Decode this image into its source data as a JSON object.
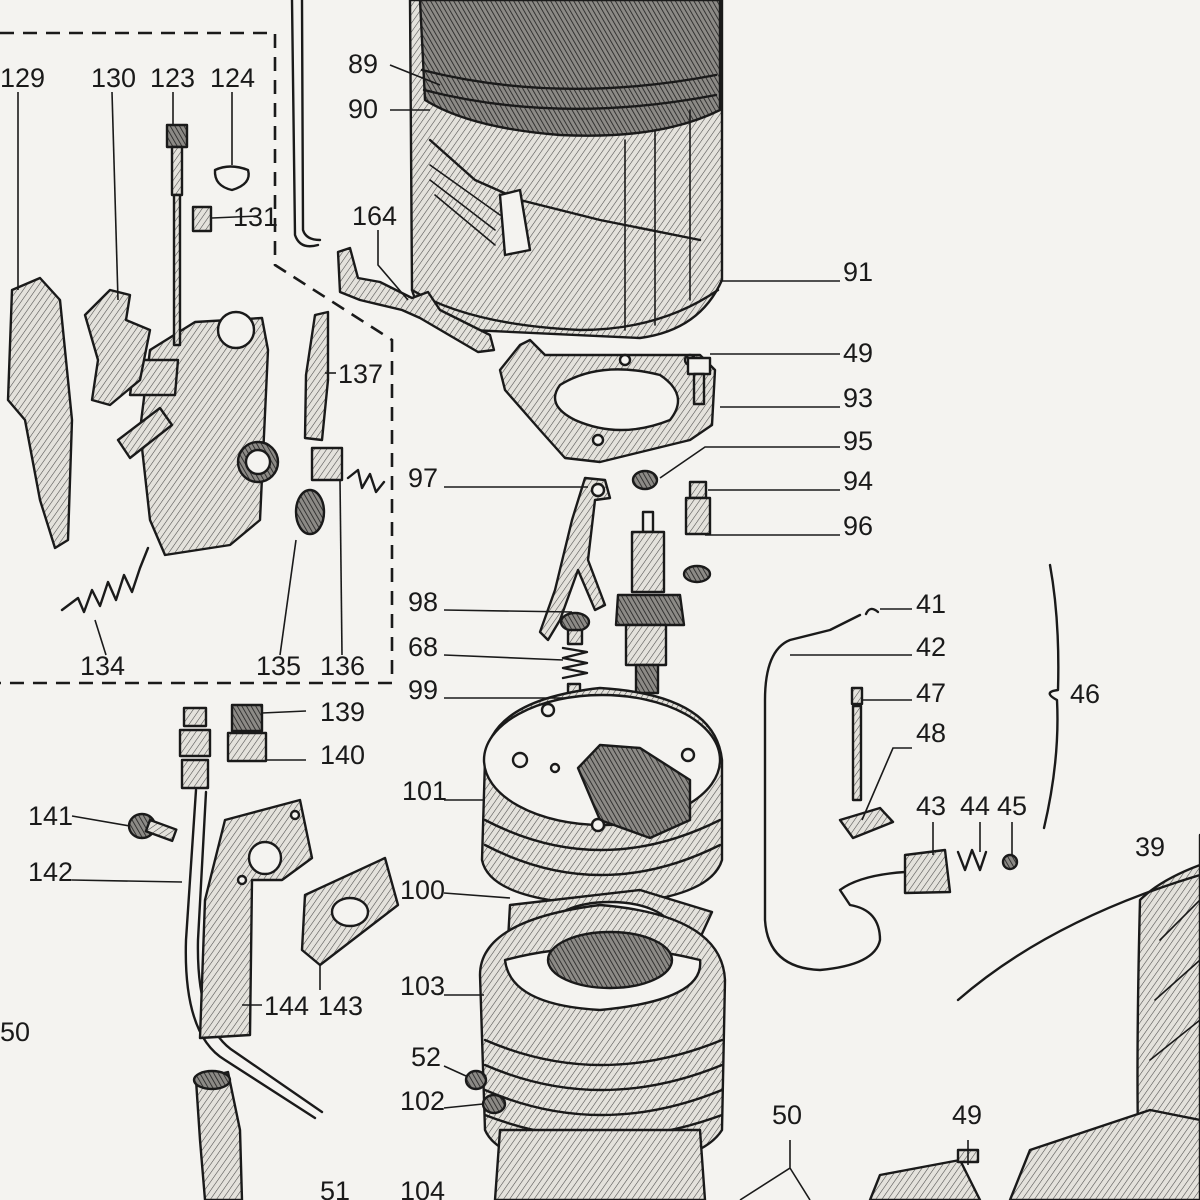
{
  "labels": {
    "l129": "129",
    "l130": "130",
    "l123": "123",
    "l124": "124",
    "l131": "131",
    "l134": "134",
    "l135": "135",
    "l136": "136",
    "l137": "137",
    "l164": "164",
    "l89": "89",
    "l90": "90",
    "l91": "91",
    "l49a": "49",
    "l93": "93",
    "l95": "95",
    "l94": "94",
    "l96": "96",
    "l97": "97",
    "l98": "98",
    "l68": "68",
    "l99": "99",
    "l41": "41",
    "l42": "42",
    "l46": "46",
    "l47": "47",
    "l48": "48",
    "l43": "43",
    "l44": "44",
    "l45": "45",
    "l39": "39",
    "l139": "139",
    "l140": "140",
    "l141": "141",
    "l142": "142",
    "l101": "101",
    "l100": "100",
    "l103": "103",
    "l144": "144",
    "l143": "143",
    "l50a": "50",
    "l52": "52",
    "l102": "102",
    "l50b": "50",
    "l49b": "49",
    "l51": "51",
    "l104": "104"
  },
  "colors": {
    "ink": "#1a1a1a",
    "paper": "#f4f3f0"
  }
}
